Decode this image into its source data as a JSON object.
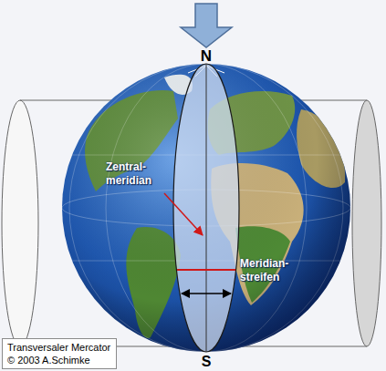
{
  "diagram": {
    "nodes": [
      {
        "text": [
          "Transversaler Mercator",
          "© 2003 A.Schimke"
        ]
      }
    ],
    "labels": [
      "N",
      "Zentral- meridian",
      "Meridian- streifen",
      "S"
    ]
  }
}
